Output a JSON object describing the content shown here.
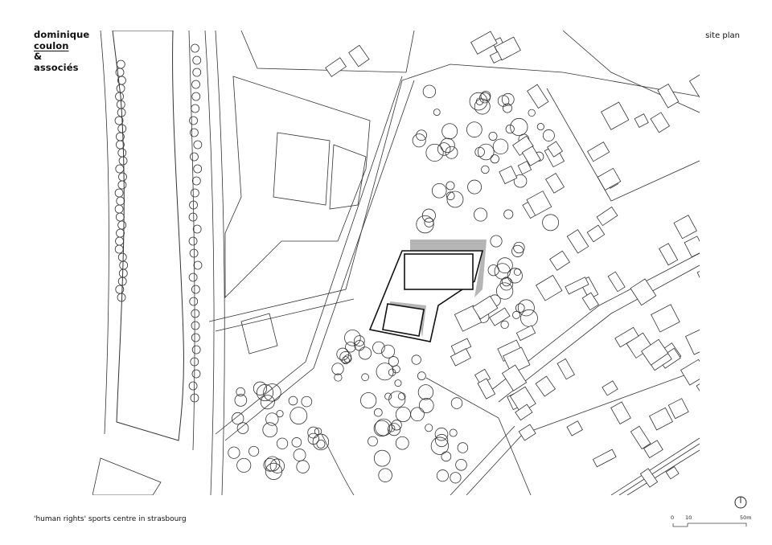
{
  "logo": {
    "line1": "dominique",
    "line2": "coulon",
    "line3": "&",
    "line4": "associés"
  },
  "header": {
    "title": "site plan"
  },
  "caption": "'human rights' sports centre in strasbourg",
  "scale_bar": {
    "labels": [
      "0",
      "10",
      "50m"
    ]
  },
  "icons": {
    "north": "north-arrow-icon"
  },
  "colors": {
    "line": "#333333",
    "shadow": "#b5b5b5",
    "background": "#ffffff"
  }
}
